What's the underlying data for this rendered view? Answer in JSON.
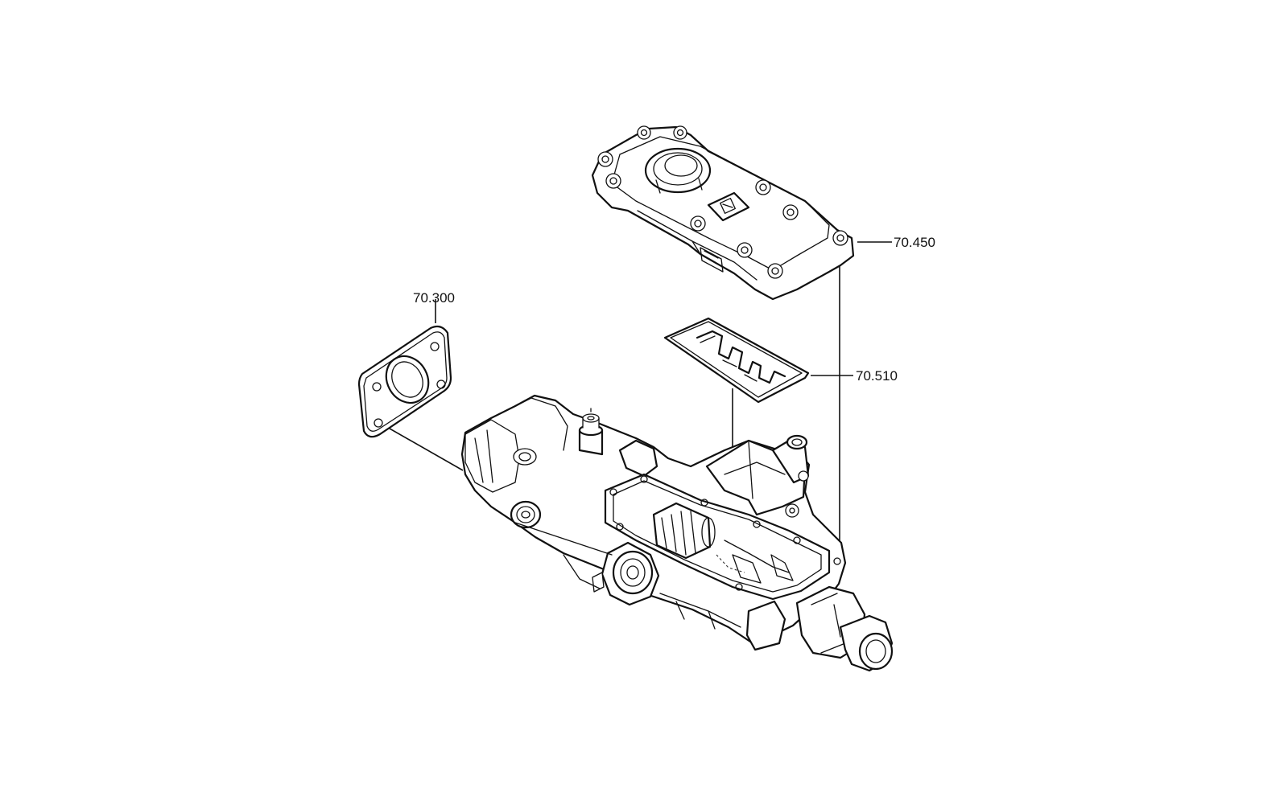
{
  "callouts": {
    "cover": "70.450",
    "gasket": "70.300",
    "gate_plate": "70.510"
  }
}
